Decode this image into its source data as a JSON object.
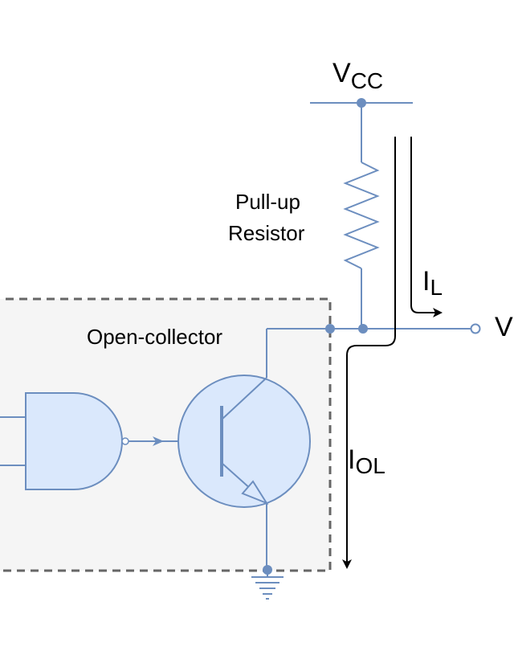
{
  "diagram": {
    "vcc_label": {
      "main": "V",
      "sub": "CC"
    },
    "pullup_label": {
      "line1": "Pull-up",
      "line2": "Resistor"
    },
    "il_label": {
      "main": "I",
      "sub": "L"
    },
    "iol_label": {
      "main": "I",
      "sub": "OL"
    },
    "output_label": "V",
    "box_label": "Open-collector"
  },
  "colors": {
    "wire": "#6c8ebf",
    "fill": "#dae8fc",
    "box_fill": "#f5f5f5",
    "box_border": "#666666",
    "current_arrow": "#000000"
  }
}
